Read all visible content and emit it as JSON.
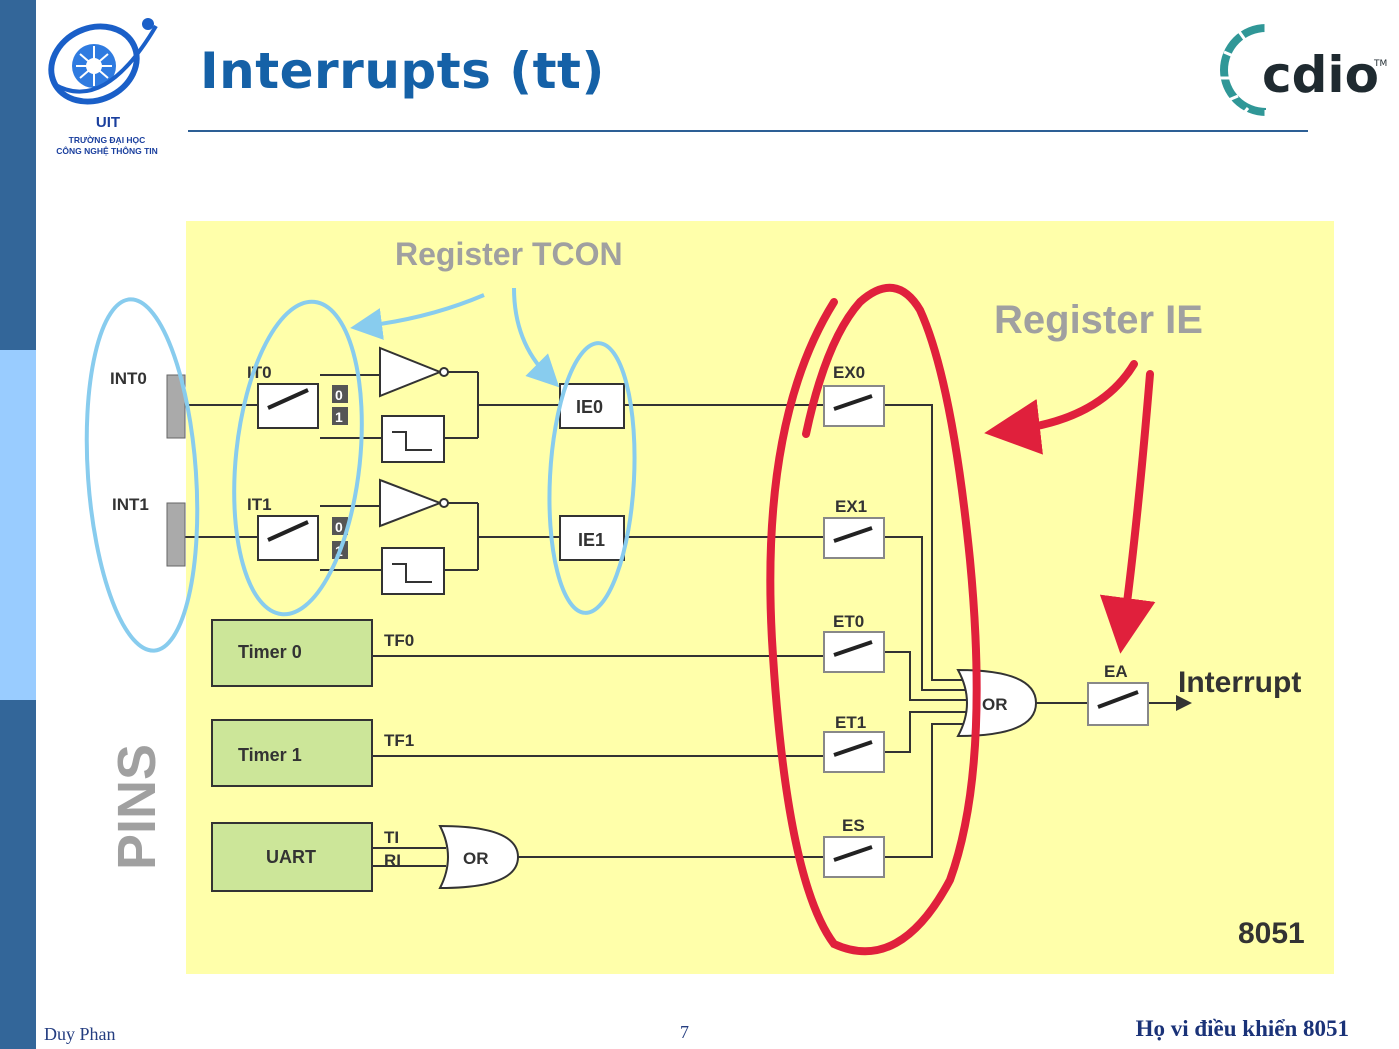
{
  "header": {
    "title": "Interrupts (tt)",
    "university": {
      "short_name": "UIT",
      "line1": "TRƯỜNG ĐẠI HỌC",
      "line2": "CÔNG NGHỆ THÔNG TIN"
    },
    "partner_logo_text": "cdio",
    "partner_logo_tm": "TM"
  },
  "diagram": {
    "annotations": {
      "tcon": "Register TCON",
      "ie": "Register IE",
      "pins": "PINS",
      "chip": "8051",
      "output": "Interrupt"
    },
    "pins": [
      "INT0",
      "INT1"
    ],
    "tcon_bits": [
      "IT0",
      "IT1"
    ],
    "switch_positions": [
      "0",
      "1"
    ],
    "flags": [
      "IE0",
      "IE1"
    ],
    "sources": [
      "Timer 0",
      "Timer 1",
      "UART"
    ],
    "source_signals": [
      "TF0",
      "TF1",
      "TI",
      "RI"
    ],
    "enable_bits": [
      "EX0",
      "EX1",
      "ET0",
      "ET1",
      "ES"
    ],
    "global_enable": "EA",
    "gates": [
      "OR",
      "OR"
    ]
  },
  "footer": {
    "author": "Duy Phan",
    "page": "7",
    "course": "Họ vi điều khiển 8051"
  },
  "colors": {
    "sidebar_dark": "#336699",
    "sidebar_light": "#99ccff",
    "title": "#1561a7",
    "diagram_bg": "#ffffaa",
    "source_box": "#cce699",
    "annotation_blue": "#88ccee",
    "annotation_red": "#e0203c",
    "annotation_gray": "#a0a0a0"
  }
}
